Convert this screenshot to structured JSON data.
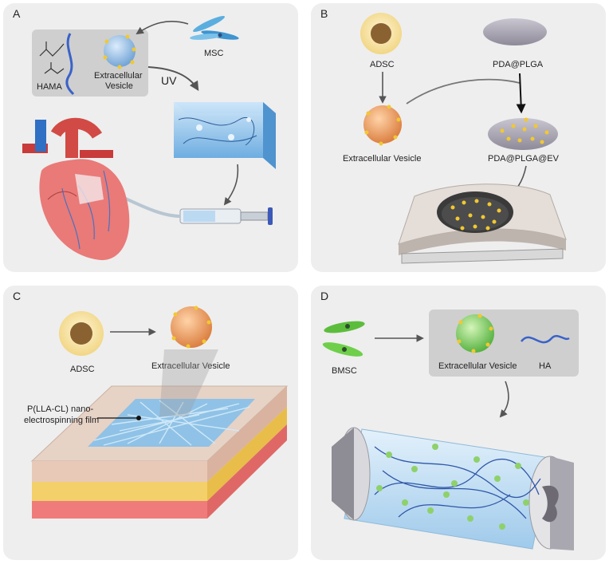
{
  "panels": {
    "a": {
      "letter": "A",
      "hama": "HAMA",
      "ev_line1": "Extracellular",
      "ev_line2": "Vesicle",
      "msc": "MSC",
      "uv": "UV"
    },
    "b": {
      "letter": "B",
      "adsc": "ADSC",
      "plga": "PDA@PLGA",
      "ev": "Extracellular Vesicle",
      "plga_ev": "PDA@PLGA@EV"
    },
    "c": {
      "letter": "C",
      "adsc": "ADSC",
      "ev": "Extracellular Vesicle",
      "film_line1": "P(LLA-CL) nano-",
      "film_line2": "electrospinning film"
    },
    "d": {
      "letter": "D",
      "bmsc": "BMSC",
      "ev": "Extracellular Vesicle",
      "ha": "HA"
    }
  },
  "colors": {
    "panel_bg": "#eeeeee",
    "box_bg": "#cfcfcf",
    "vesicle_blue": "#9ec3e8",
    "vesicle_orange": "#f0a36a",
    "vesicle_green": "#8ed16a",
    "dot_yellow": "#f2c830",
    "heart": "#e97a78",
    "fiber": "#a9d3ef",
    "hydrogel": "#8fc4ec"
  }
}
